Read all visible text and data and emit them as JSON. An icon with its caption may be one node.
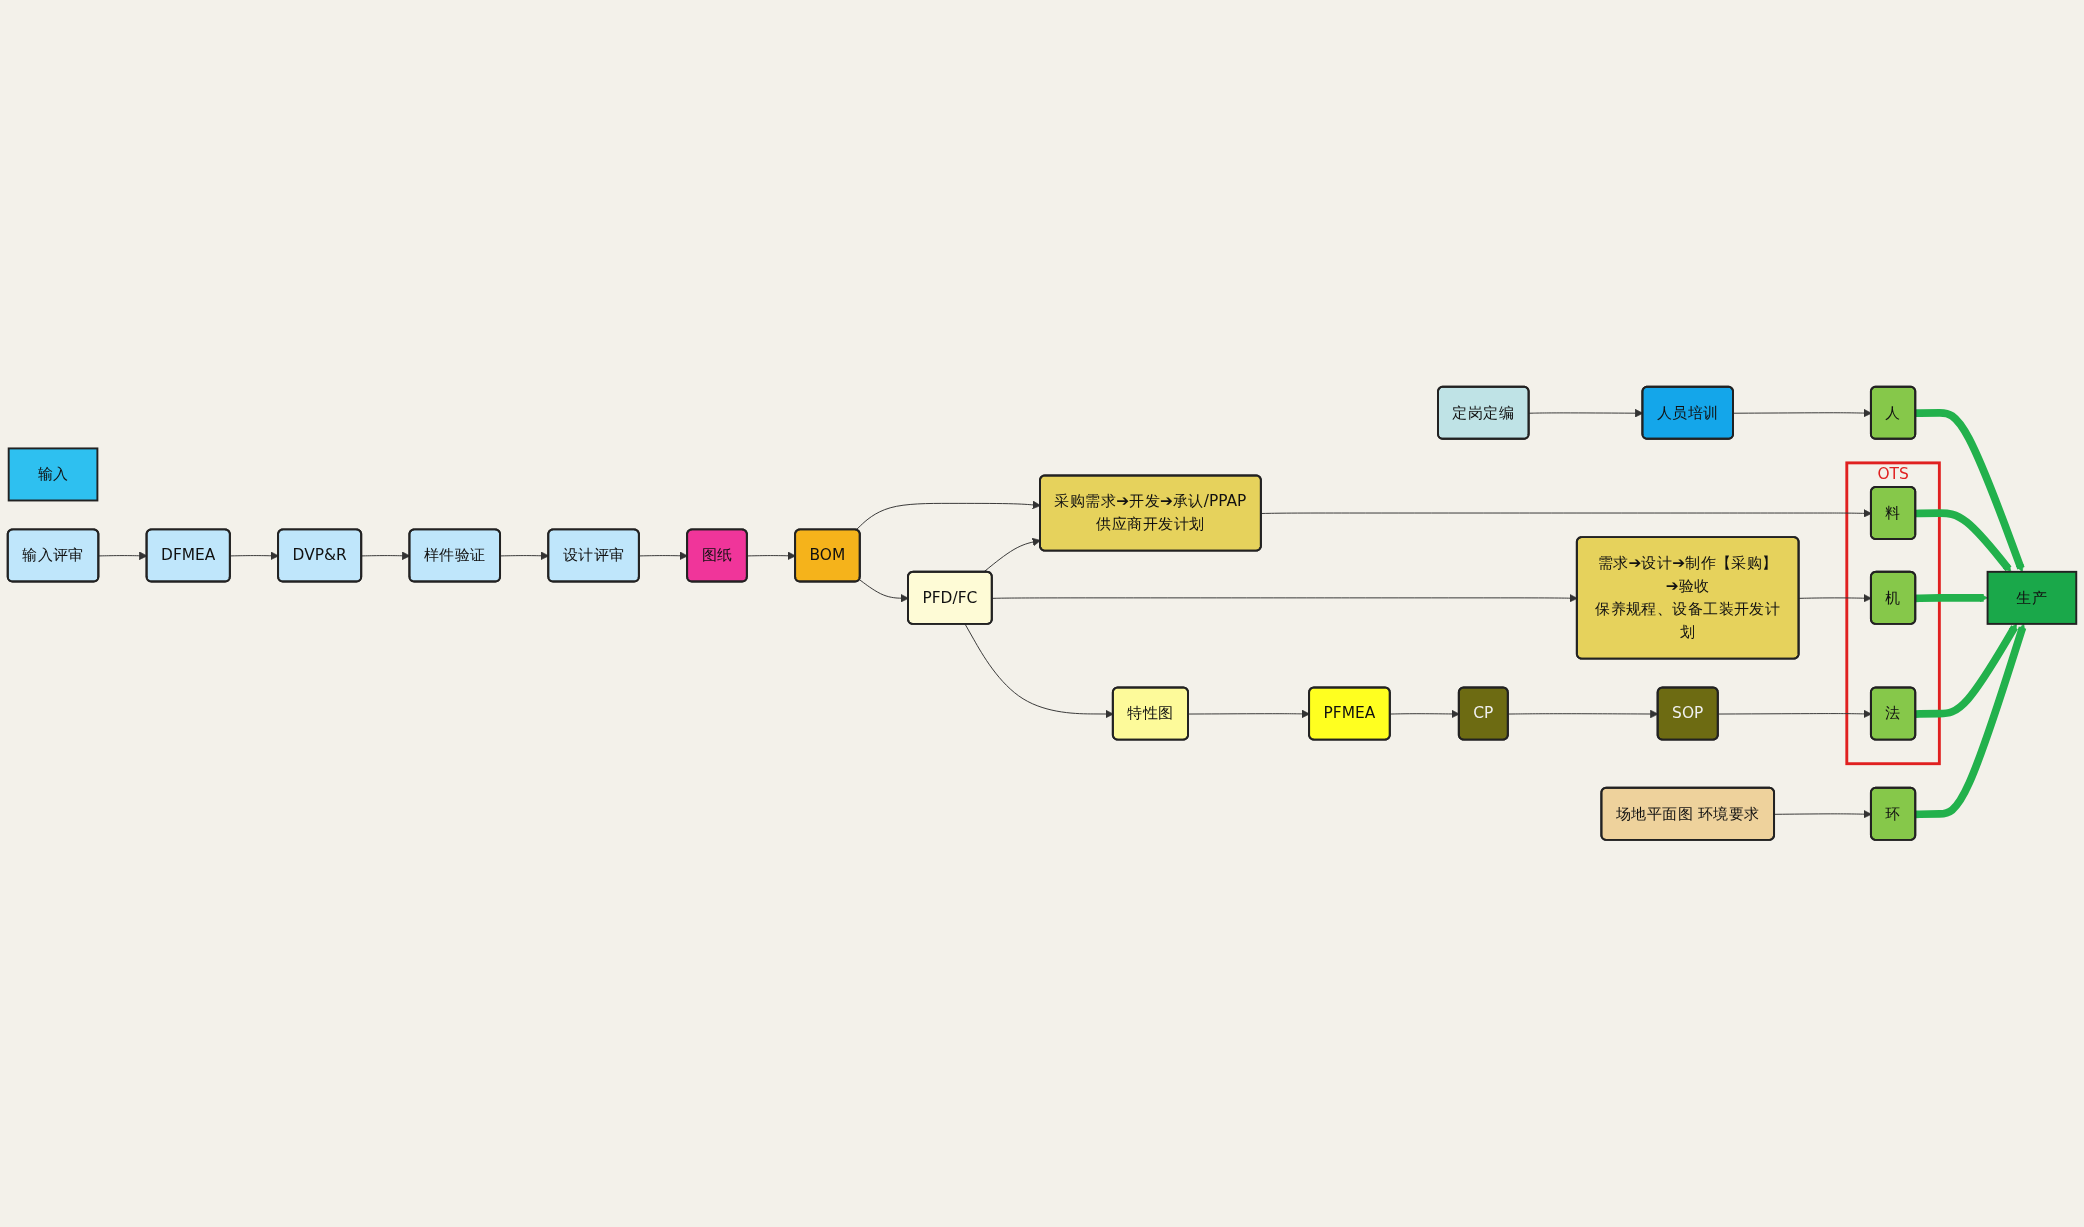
{
  "diagram": {
    "nodes": [
      {
        "text": [
          "输入"
        ]
      },
      {
        "text": [
          "输入评审"
        ]
      },
      {
        "text": [
          "DFMEA"
        ]
      },
      {
        "text": [
          "DVP&R"
        ]
      },
      {
        "text": [
          "样件验证"
        ]
      },
      {
        "text": [
          "设计评审"
        ]
      },
      {
        "text": [
          "图纸"
        ]
      },
      {
        "text": [
          "BOM"
        ]
      },
      {
        "text": [
          "PFD/FC"
        ]
      },
      {
        "text": [
          "特性图"
        ]
      },
      {
        "text": [
          "PFMEA"
        ]
      },
      {
        "text": [
          "CP"
        ]
      },
      {
        "text": [
          "SOP"
        ]
      },
      {
        "text": [
          "定岗定编"
        ]
      },
      {
        "text": [
          "人员培训"
        ]
      },
      {
        "text": [
          "采购需求➔开发➔承认/PPAP",
          "供应商开发计划"
        ]
      },
      {
        "text": [
          "需求➔设计➔制作【采购】➔验收",
          "保养规程、设备工装开发计划"
        ]
      },
      {
        "text": [
          "场地平面图 环境要求"
        ]
      },
      {
        "text": [
          "OTS"
        ]
      },
      {
        "text": [
          "人"
        ]
      },
      {
        "text": [
          "料"
        ],
        "in": 18
      },
      {
        "text": [
          "机"
        ],
        "in": 18
      },
      {
        "text": [
          "法"
        ],
        "in": 18
      },
      {
        "text": [
          "环"
        ]
      },
      {
        "text": [
          "生产"
        ]
      }
    ],
    "edges": [
      {
        "from": 1,
        "to": 2,
        "arrow": "to"
      },
      {
        "from": 2,
        "to": 3,
        "arrow": "to"
      },
      {
        "from": 3,
        "to": 4,
        "arrow": "to"
      },
      {
        "from": 4,
        "to": 5,
        "arrow": "to"
      },
      {
        "from": 5,
        "to": 6,
        "arrow": "to"
      },
      {
        "from": 6,
        "to": 7,
        "arrow": "to"
      },
      {
        "from": 7,
        "to": 8,
        "arrow": "to"
      },
      {
        "from": 7,
        "to": 15,
        "arrow": "to"
      },
      {
        "from": 8,
        "to": 15,
        "arrow": "to"
      },
      {
        "from": 8,
        "to": 16,
        "arrow": "to"
      },
      {
        "from": 8,
        "to": 9,
        "arrow": "to"
      },
      {
        "from": 9,
        "to": 10,
        "arrow": "to"
      },
      {
        "from": 10,
        "to": 11,
        "arrow": "to"
      },
      {
        "from": 11,
        "to": 12,
        "arrow": "to"
      },
      {
        "from": 12,
        "to": 22,
        "arrow": "to"
      },
      {
        "from": 13,
        "to": 14,
        "arrow": "to"
      },
      {
        "from": 14,
        "to": 19,
        "arrow": "to"
      },
      {
        "from": 15,
        "to": 20,
        "arrow": "to"
      },
      {
        "from": 16,
        "to": 21,
        "arrow": "to"
      },
      {
        "from": 17,
        "to": 23,
        "arrow": "to"
      },
      {
        "from": 19,
        "to": 24,
        "arrow": "to",
        "style": "thick",
        "color": "#22b14c"
      },
      {
        "from": 20,
        "to": 24,
        "arrow": "to",
        "style": "thick",
        "color": "#22b14c"
      },
      {
        "from": 21,
        "to": 24,
        "arrow": "to",
        "style": "thick",
        "color": "#22b14c"
      },
      {
        "from": 22,
        "to": 24,
        "arrow": "to",
        "style": "thick",
        "color": "#22b14c"
      },
      {
        "from": 23,
        "to": 24,
        "arrow": "to",
        "style": "thick",
        "color": "#22b14c"
      }
    ]
  }
}
